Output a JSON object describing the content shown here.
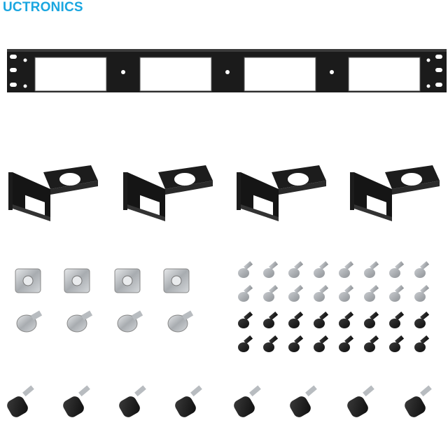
{
  "brand": {
    "logo_text": "UCTRONICS",
    "logo_color": "#1aa6e0"
  },
  "colors": {
    "panel": "#1b1b1b",
    "panel_edge": "#3a3a3a",
    "metal_silver": "#b8bcc0",
    "screw_gray": "#a9adb2",
    "screw_black": "#1e1e1e"
  },
  "products": {
    "rack_panel": "rack-mount-panel",
    "trays": [
      "tray-1",
      "tray-2",
      "tray-3",
      "tray-4"
    ],
    "cage_nuts_count": 4,
    "silver_screws_count": 4,
    "gray_screws_count": 16,
    "black_screws_count": 16,
    "thumb_screws_count": 8
  }
}
